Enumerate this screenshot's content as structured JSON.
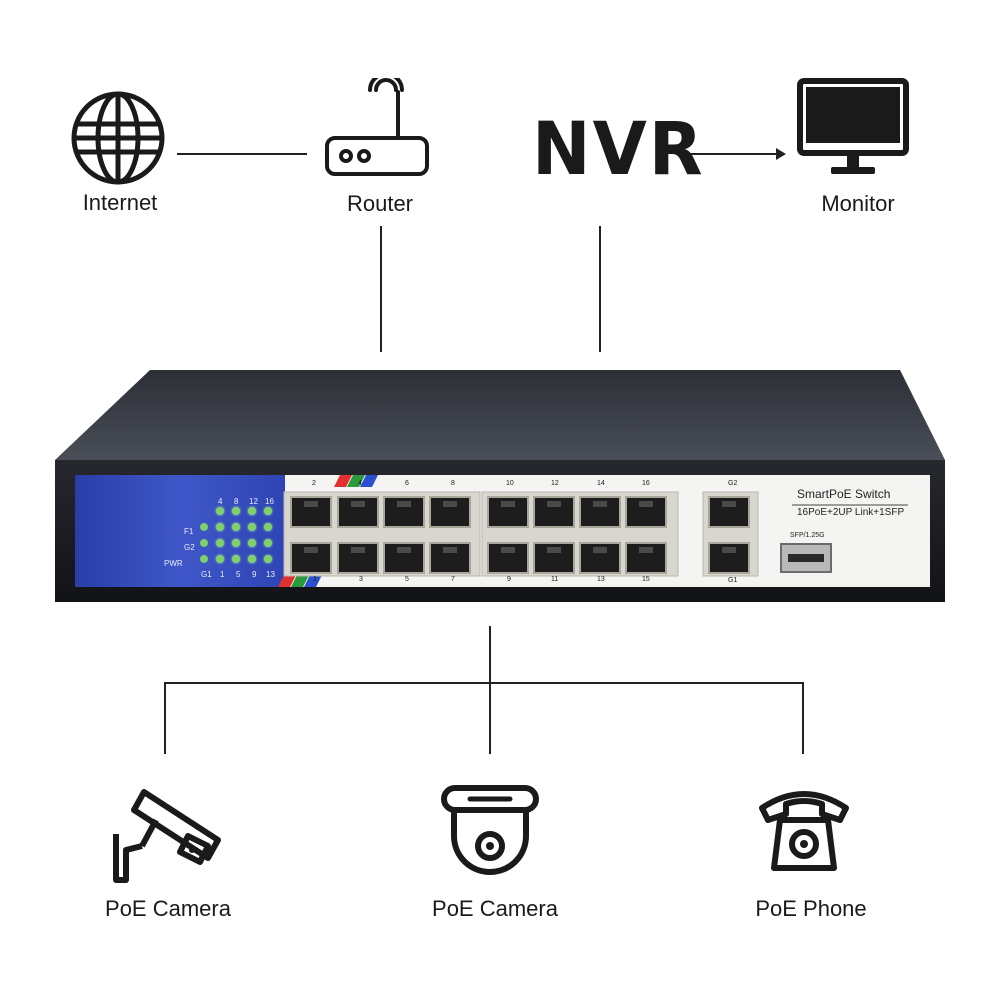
{
  "top_devices": {
    "internet": {
      "label": "Internet",
      "icon": "globe-icon"
    },
    "router": {
      "label": "Router",
      "icon": "router-icon"
    },
    "nvr": {
      "label": "NVR"
    },
    "monitor": {
      "label": "Monitor",
      "icon": "monitor-icon"
    }
  },
  "switch": {
    "brand_title": "SmartPoE Switch",
    "model_text": "16PoE+2UP Link+1SFP",
    "sfp_label": "SFP/1.25G",
    "led_labels": [
      "F1",
      "G2",
      "PWR"
    ],
    "led_col_top": [
      "4",
      "8",
      "12",
      "16"
    ],
    "led_col_bottom": [
      "G1",
      "1",
      "5",
      "9",
      "13"
    ],
    "port_top_numbers": [
      "2",
      "4",
      "6",
      "8",
      "10",
      "12",
      "14",
      "16"
    ],
    "port_bottom_numbers": [
      "1",
      "3",
      "5",
      "7",
      "9",
      "11",
      "13",
      "15"
    ],
    "uplink_top": "G2",
    "uplink_bottom": "G1",
    "panel_color": "#3a50c0"
  },
  "bottom_devices": {
    "camera_bullet": {
      "label": "PoE Camera",
      "icon": "bullet-camera-icon"
    },
    "camera_dome": {
      "label": "PoE Camera",
      "icon": "dome-camera-icon"
    },
    "phone": {
      "label": "PoE Phone",
      "icon": "telephone-icon"
    }
  }
}
